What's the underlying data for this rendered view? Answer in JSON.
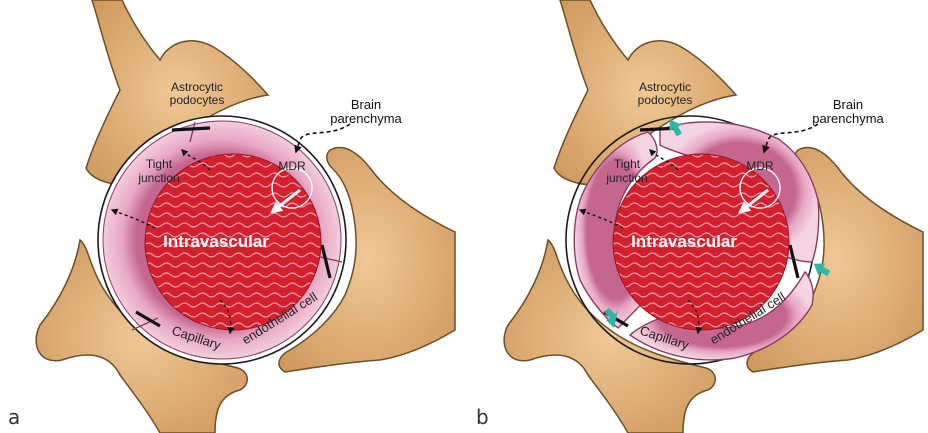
{
  "panels": [
    {
      "letter": "a",
      "labels": {
        "astro_line1": "Astrocytic",
        "astro_line2": "podocytes",
        "brain_line1": "Brain",
        "brain_line2": "parenchyma",
        "tight_line1": "Tight",
        "tight_line2": "junction",
        "mdr": "MDR",
        "intravascular": "Intravascular",
        "capillary": "Capillary",
        "endothelial": "endothelial cell"
      }
    },
    {
      "letter": "b",
      "labels": {
        "astro_line1": "Astrocytic",
        "astro_line2": "podocytes",
        "brain_line1": "Brain",
        "brain_line2": "parenchyma",
        "tight_line1": "Tight",
        "tight_line2": "junction",
        "mdr": "MDR",
        "intravascular": "Intravascular",
        "capillary": "Capillary",
        "endothelial": "endothelial cell"
      }
    }
  ],
  "colors": {
    "astrocyte_fill": "#e6b87f",
    "astrocyte_stroke": "#6b4f2a",
    "endothelium_fill": "#e8a6c4",
    "endothelium_stroke": "#8a3d62",
    "lumen_fill": "#d3202f",
    "arrow_b": "#2fb5a0"
  }
}
